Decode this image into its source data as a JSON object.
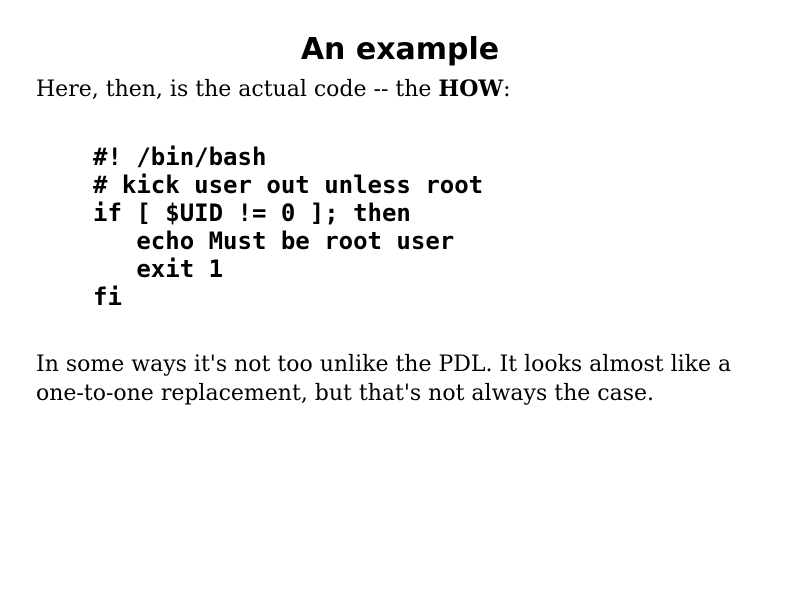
{
  "slide": {
    "title": "An example",
    "intro_prefix": "Here, then, is the actual code -- the ",
    "intro_bold": "HOW",
    "intro_suffix": ":",
    "code_lines": [
      "#! /bin/bash",
      "# kick user out unless root",
      "if [ $UID != 0 ]; then",
      "   echo Must be root user",
      "   exit 1",
      "fi"
    ],
    "paragraph": "In some ways it's not too unlike the PDL. It looks almost like a one-to-one replacement, but that's not always the case."
  }
}
